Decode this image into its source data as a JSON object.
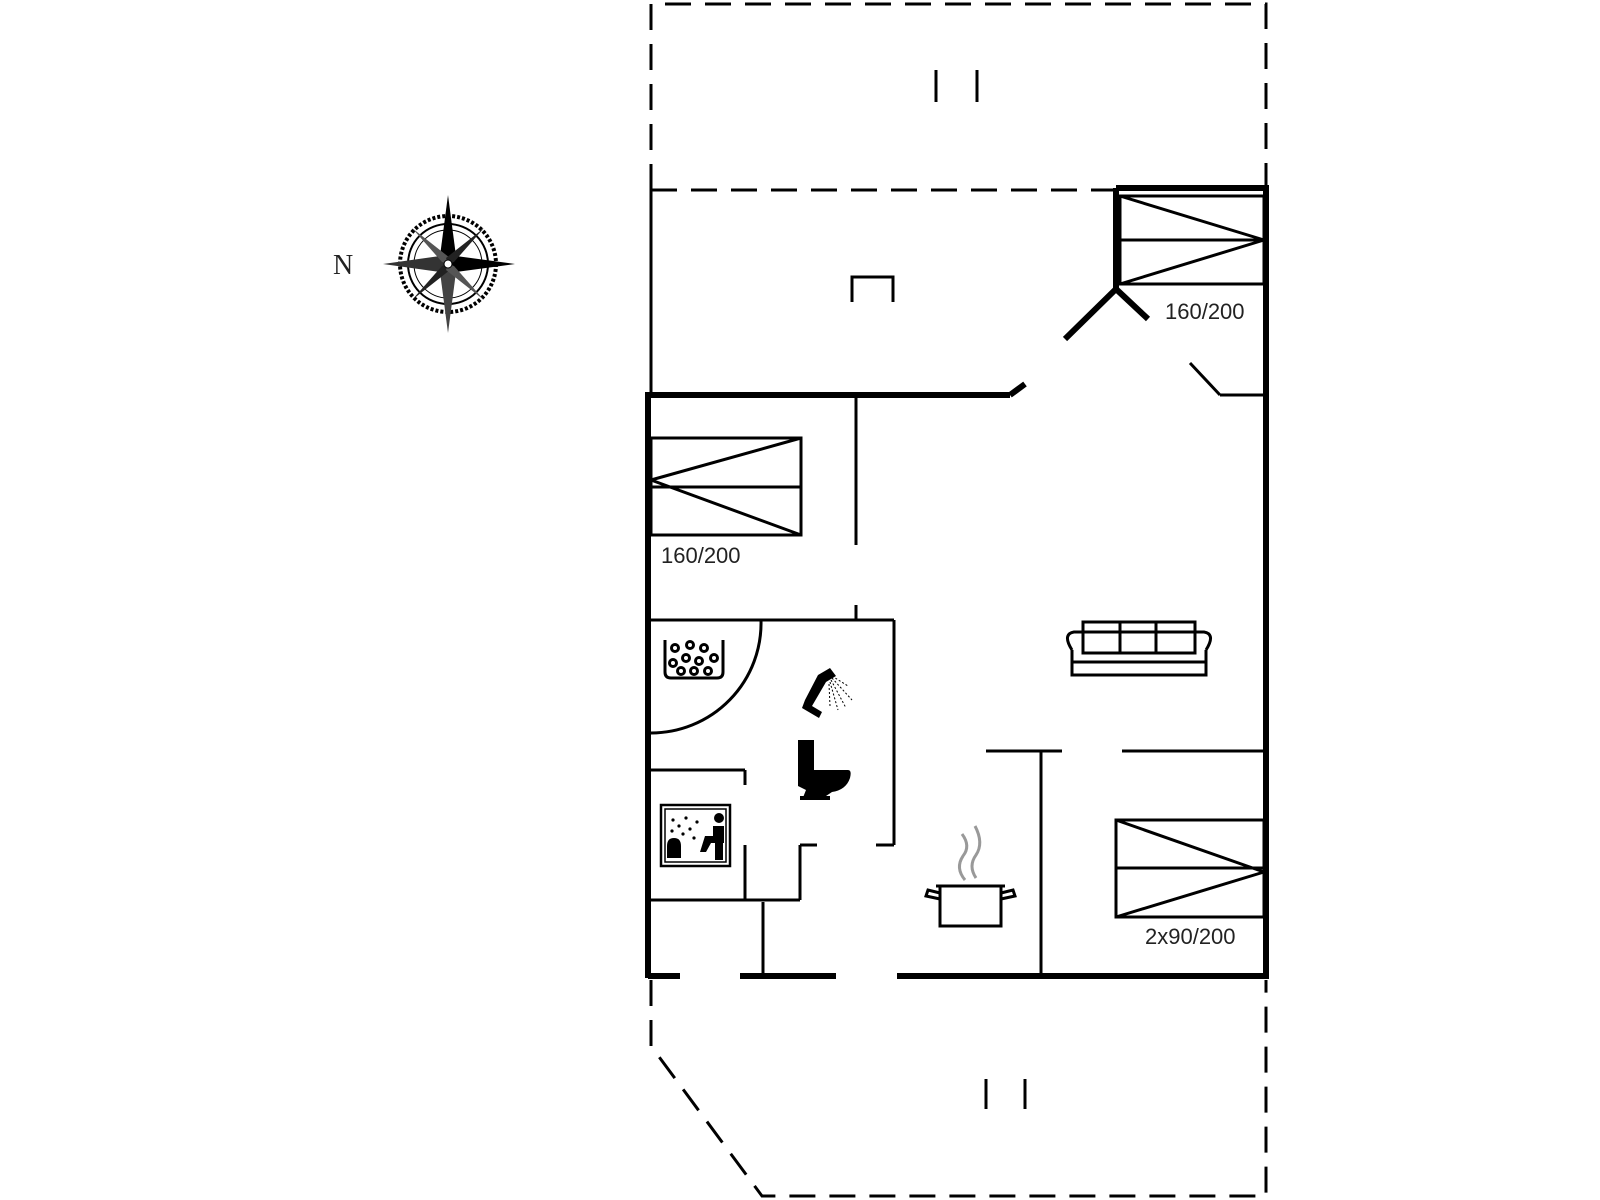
{
  "compass": {
    "label": "N"
  },
  "beds": [
    {
      "label": "160/200"
    },
    {
      "label": "160/200"
    },
    {
      "label": "2x90/200"
    }
  ],
  "icons": [
    "compass-rose-icon",
    "bed-icon",
    "sofa-icon",
    "shower-icon",
    "toilet-icon",
    "whirlpool-icon",
    "sauna-icon",
    "cooking-pot-icon",
    "terrace-step-icon"
  ]
}
